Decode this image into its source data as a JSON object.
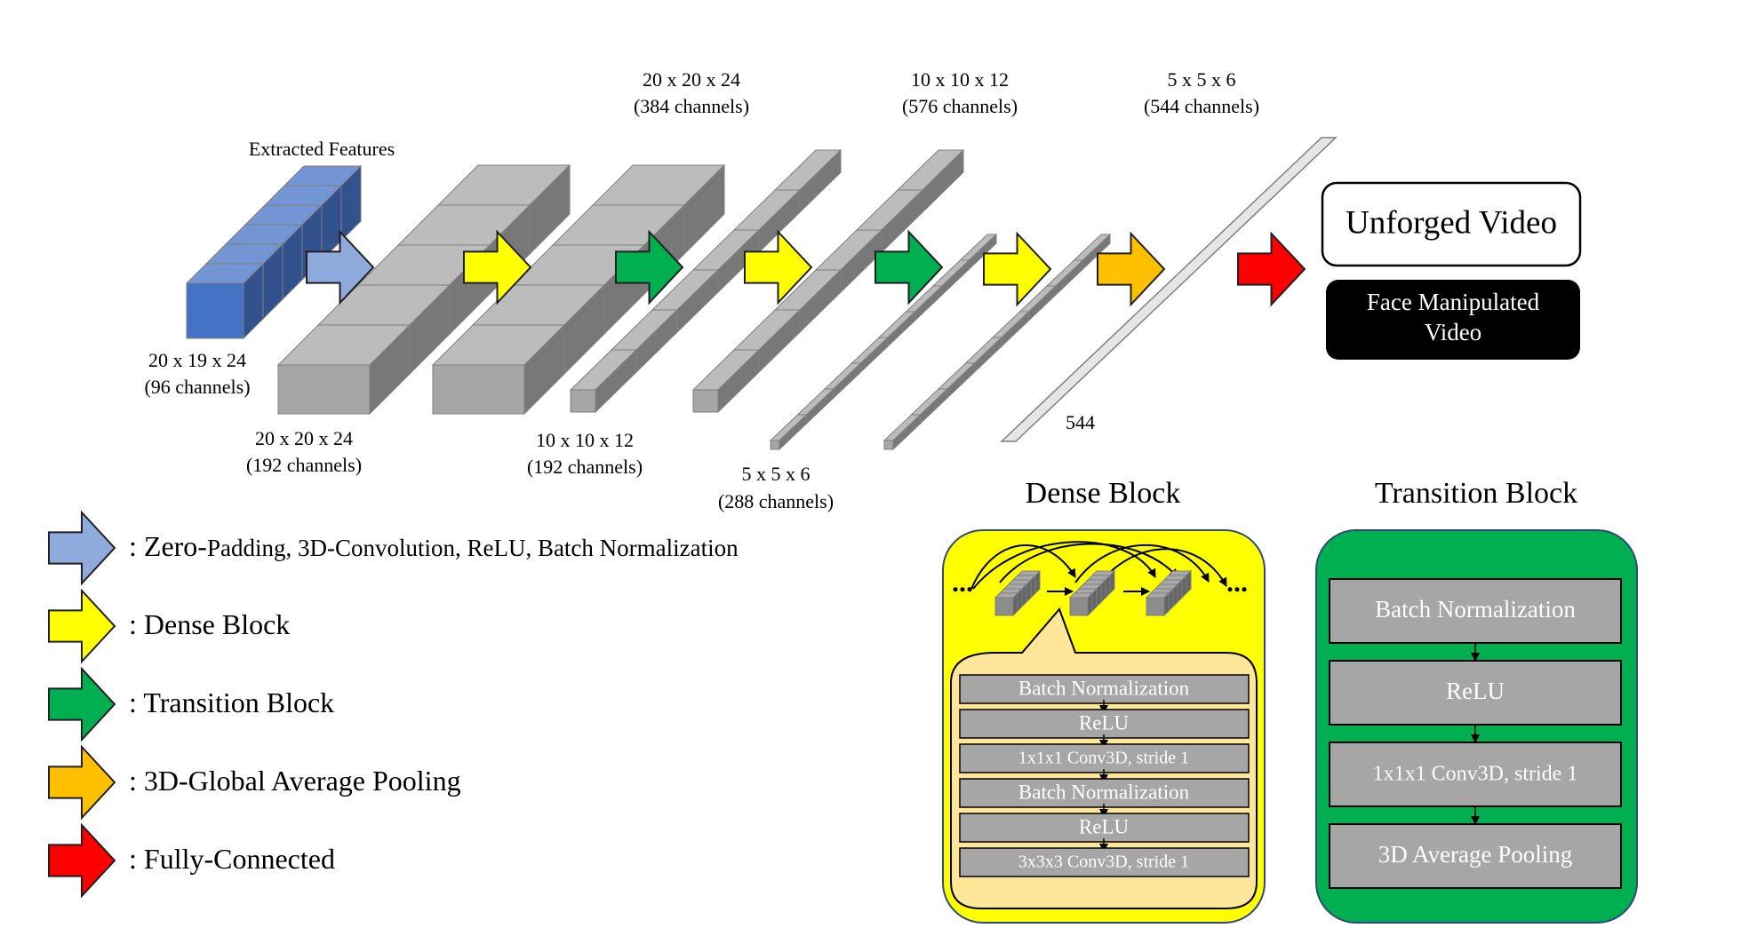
{
  "labels": {
    "extracted_features": "Extracted Features",
    "input_dim": "20 x 19 x 24",
    "input_ch": "(96 channels)",
    "l1_dim": "20 x 20 x 24",
    "l1_ch": "(192 channels)",
    "l2_dim": "20 x 20 x 24",
    "l2_ch": "(384 channels)",
    "l3_dim": "10 x 10 x 12",
    "l3_ch": "(192 channels)",
    "l4_dim": "10 x 10 x 12",
    "l4_ch": "(576 channels)",
    "l5_dim": "5 x 5 x 6",
    "l5_ch": "(288 channels)",
    "l6_dim": "5 x 5 x 6",
    "l6_ch": "(544 channels)",
    "vector": "544"
  },
  "outputs": {
    "unforged": "Unforged Video",
    "manipulated_line1": "Face Manipulated",
    "manipulated_line2": "Video"
  },
  "legend": {
    "zero_a": ": Zero-",
    "zero_b": "Padding, 3D-Convolution, ReLU, Batch Normalization",
    "dense": ": Dense Block",
    "transition": ": Transition Block",
    "gap": ": 3D-Global Average Pooling",
    "fc": ": Fully-Connected"
  },
  "dense_block": {
    "title": "Dense Block",
    "ellipsis": "...",
    "layers": [
      "Batch Normalization",
      "ReLU",
      "1x1x1 Conv3D, stride 1",
      "Batch Normalization",
      "ReLU",
      "3x3x3 Conv3D, stride 1"
    ]
  },
  "transition_block": {
    "title": "Transition Block",
    "layers": [
      "Batch Normalization",
      "ReLU",
      "1x1x1 Conv3D, stride 1",
      "3D Average Pooling"
    ]
  },
  "colors": {
    "zero_padding": "#8faadc",
    "dense": "#ffff00",
    "transition": "#00b050",
    "pooling": "#ffc000",
    "fully_connected": "#ff0000",
    "input_cube": "#4472c4",
    "feature_cube": "#a6a6a6",
    "dense_panel_inner": "#ffe699",
    "layer_box": "#a6a6a6"
  }
}
